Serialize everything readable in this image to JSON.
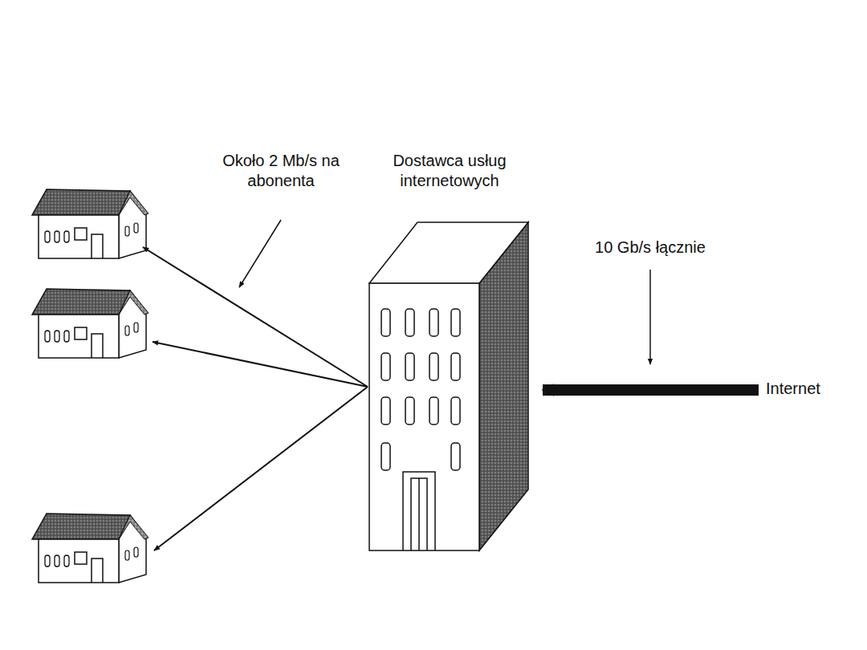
{
  "diagram": {
    "nodes": [
      {
        "text": [
          "Dostawca usług internetowych"
        ]
      }
    ],
    "labels": [
      "Około 2 Mb/s na abonenta",
      "10 Gb/s łącznie",
      "Internet"
    ]
  }
}
